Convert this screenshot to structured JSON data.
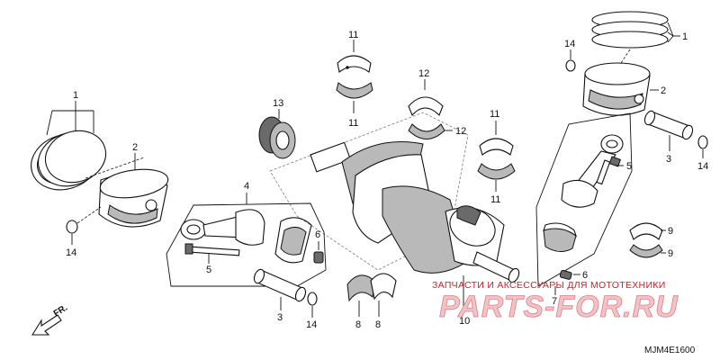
{
  "callouts": {
    "piston_ring_left": "1",
    "piston_ring_right": "1",
    "piston_left": "2",
    "piston_right": "2",
    "pin_left": "3",
    "pin_right": "3",
    "rod_assy": "4",
    "rod_bolt_left": "5",
    "rod_bolt_right": "5",
    "nut_left": "6",
    "nut_right": "6",
    "crank_upper_mid": "7",
    "main_bearing_a": "8",
    "main_bearing_b": "8",
    "upper_bearing_right_a": "9",
    "upper_bearing_right_b": "9",
    "crankshaft": "10",
    "bearing_top_upper": "11",
    "bearing_top_lower": "11",
    "bearing_mid_upper": "11",
    "bearing_mid_lower": "11",
    "thrust_upper": "12",
    "thrust_lower": "12",
    "gear": "13",
    "clip_left": "14",
    "clip_top_right": "14",
    "clip_right": "14",
    "clip_bottom": "14"
  },
  "watermark": {
    "top_text": "ЗАПЧАСТИ И АКСЕССУАРЫ ДЛЯ МОТОТЕХНИКИ",
    "brand_text": "PARTS-FOR.RU"
  },
  "direction_label": "FR.",
  "diagram_code": "MJM4E1600"
}
